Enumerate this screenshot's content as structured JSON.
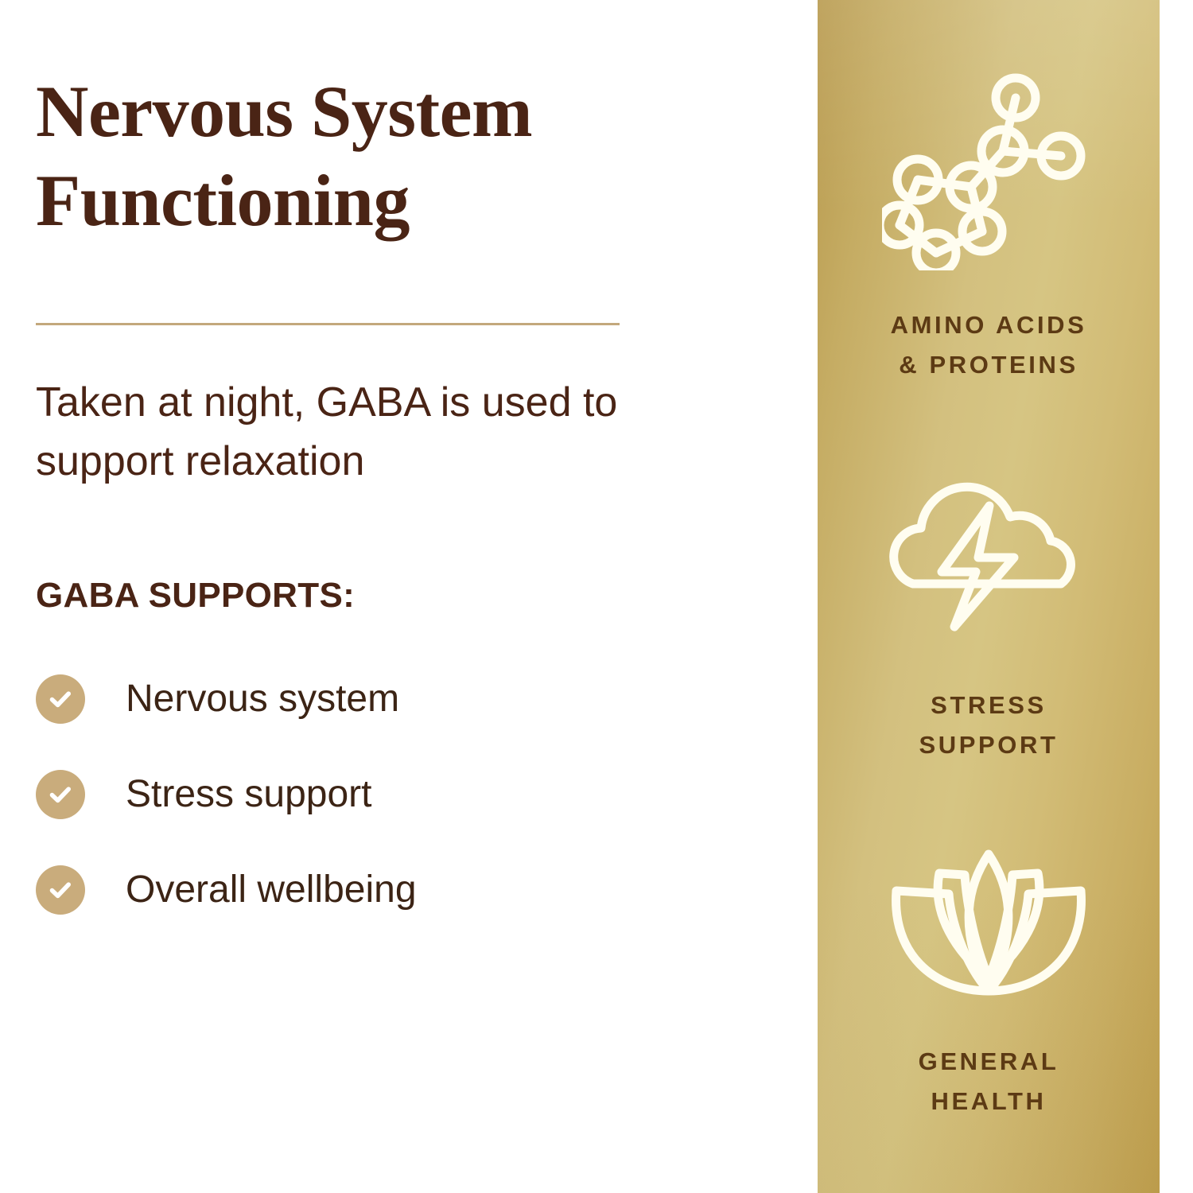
{
  "colors": {
    "brand_brown": "#4A2415",
    "accent_tan": "#C9AC7C",
    "gold_light": "#D6C583",
    "gold_dark": "#B89A4E",
    "caption_brown": "#5C3A14",
    "divider_tan": "#C3A87C",
    "icon_white": "#FFFDF0",
    "background": "#FFFFFF"
  },
  "left": {
    "headline": "Nervous System Functioning",
    "lede": "Taken at night, GABA is used to support relaxation",
    "supports_heading": "GABA SUPPORTS:",
    "bullets": [
      {
        "label": "Nervous system",
        "icon": "check-circle-icon"
      },
      {
        "label": "Stress support",
        "icon": "check-circle-icon"
      },
      {
        "label": "Overall wellbeing",
        "icon": "check-circle-icon"
      }
    ]
  },
  "panel": {
    "benefits": [
      {
        "icon": "molecule-icon",
        "caption_line1": "AMINO ACIDS",
        "caption_line2": "& PROTEINS"
      },
      {
        "icon": "cloud-lightning-icon",
        "caption_line1": "STRESS",
        "caption_line2": "SUPPORT"
      },
      {
        "icon": "lotus-flower-icon",
        "caption_line1": "GENERAL",
        "caption_line2": "HEALTH"
      }
    ]
  }
}
